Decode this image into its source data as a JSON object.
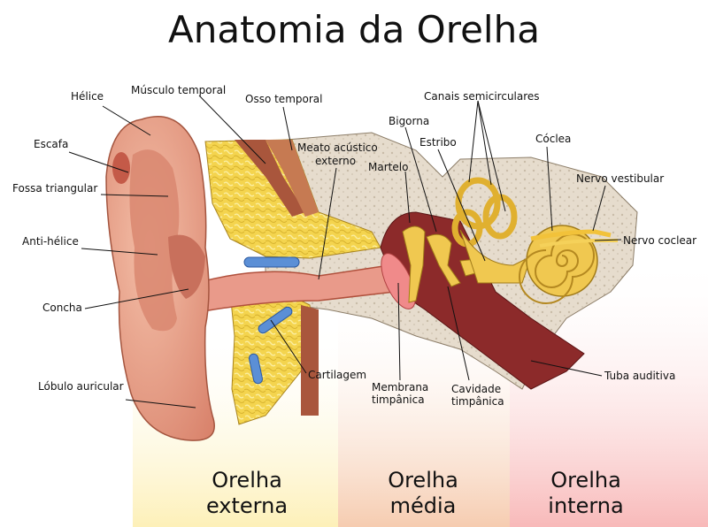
{
  "title": "Anatomia da Orelha",
  "labels": {
    "helice": "Hélice",
    "musculo_temporal": "Músculo temporal",
    "osso_temporal": "Osso temporal",
    "canais_semicirculares": "Canais semicirculares",
    "bigorna": "Bigorna",
    "escafa": "Escafa",
    "meato_line1": "Meato acústico",
    "meato_line2": "externo",
    "estribo": "Estribo",
    "coclea": "Cóclea",
    "fossa_triangular": "Fossa triangular",
    "martelo": "Martelo",
    "nervo_vestibular": "Nervo vestibular",
    "anti_helice": "Anti-hélice",
    "nervo_coclear": "Nervo coclear",
    "concha": "Concha",
    "cartilagem": "Cartilagem",
    "lobulo_auricular": "Lóbulo auricular",
    "membrana_line1": "Membrana",
    "membrana_line2": "timpânica",
    "cavidade_line1": "Cavidade",
    "cavidade_line2": "timpânica",
    "tuba_auditiva": "Tuba auditiva"
  },
  "regions": {
    "externa_line1": "Orelha",
    "externa_line2": "externa",
    "media_line1": "Orelha",
    "media_line2": "média",
    "interna_line1": "Orelha",
    "interna_line2": "interna"
  },
  "colors": {
    "external_zone": "#fdf3c4",
    "middle_zone": "#f8d6c0",
    "inner_zone": "#f9c6c6",
    "skin": "#e8a088",
    "skin_dark": "#c8705c",
    "cartilage": "#f3d75a",
    "bone": "#e3d8c8",
    "muscle": "#b05a40",
    "cavity": "#8c2a2a",
    "ossicle": "#f0c850",
    "nerve": "#f2c23a"
  }
}
